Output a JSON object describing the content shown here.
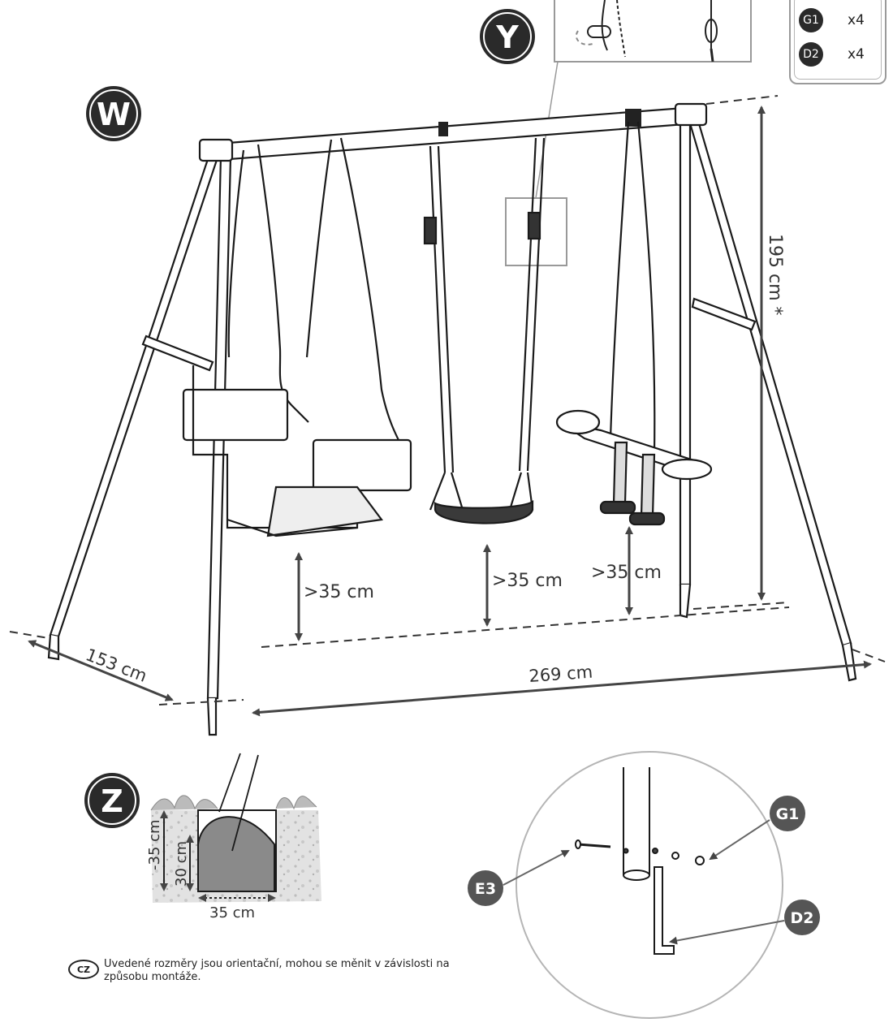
{
  "sections": {
    "w": "W",
    "y": "Y",
    "z": "Z"
  },
  "parts": [
    {
      "code": "G1",
      "qty": "x4"
    },
    {
      "code": "D2",
      "qty": "x4"
    }
  ],
  "dimensions": {
    "height": "195 cm *",
    "depth": "153 cm",
    "width": "269 cm",
    "clearance_1": ">35 cm",
    "clearance_2": ">35 cm",
    "clearance_3": ">35 cm"
  },
  "anchor": {
    "depth_total": "-35 cm",
    "depth_concrete": "30 cm",
    "width": "35 cm"
  },
  "detail_labels": {
    "e3": "E3",
    "g1": "G1",
    "d2": "D2"
  },
  "note": {
    "lang_badge": "CZ",
    "text": "Uvedené rozměry jsou orientační, mohou se měnit v závislosti na způsobu montáže."
  },
  "colors": {
    "badge": "#2a2a2a",
    "line": "#1a1a1a",
    "dim_line": "#444444",
    "detail_badge": "#555555",
    "light_fill": "#eeeeee"
  }
}
